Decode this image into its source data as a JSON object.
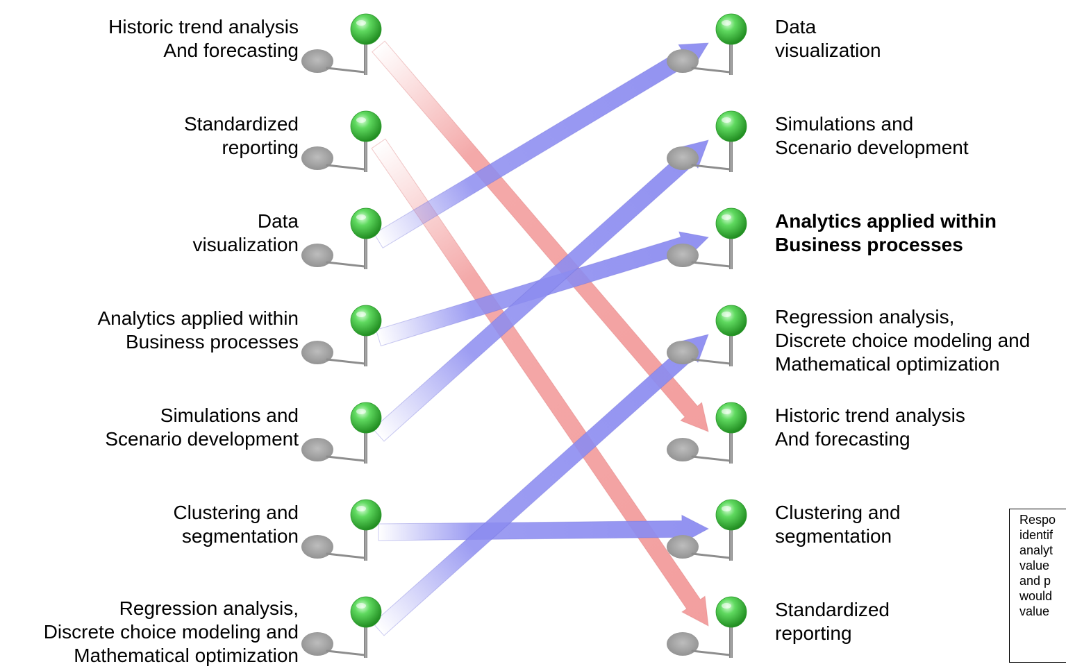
{
  "left_items": [
    {
      "label": "Historic trend analysis\nAnd forecasting",
      "bold": false
    },
    {
      "label": "Standardized\nreporting",
      "bold": false
    },
    {
      "label": "Data\nvisualization",
      "bold": false
    },
    {
      "label": "Analytics applied within\nBusiness processes",
      "bold": false
    },
    {
      "label": "Simulations and\nScenario development",
      "bold": false
    },
    {
      "label": "Clustering and\nsegmentation",
      "bold": false
    },
    {
      "label": "Regression analysis,\nDiscrete choice modeling and\nMathematical optimization",
      "bold": false
    }
  ],
  "right_items": [
    {
      "label": "Data\nvisualization",
      "bold": false
    },
    {
      "label": "Simulations and\nScenario development",
      "bold": false
    },
    {
      "label": "Analytics applied within\nBusiness processes",
      "bold": true
    },
    {
      "label": "Regression analysis,\nDiscrete choice modeling and\nMathematical optimization",
      "bold": false
    },
    {
      "label": "Historic trend analysis\nAnd forecasting",
      "bold": false
    },
    {
      "label": "Clustering and\nsegmentation",
      "bold": false
    },
    {
      "label": "Standardized\nreporting",
      "bold": false
    }
  ],
  "arrows": [
    {
      "from": 0,
      "to": 4,
      "color": "red"
    },
    {
      "from": 1,
      "to": 6,
      "color": "red"
    },
    {
      "from": 2,
      "to": 0,
      "color": "blue"
    },
    {
      "from": 3,
      "to": 2,
      "color": "blue"
    },
    {
      "from": 4,
      "to": 1,
      "color": "blue"
    },
    {
      "from": 5,
      "to": 5,
      "color": "blue"
    },
    {
      "from": 6,
      "to": 3,
      "color": "blue"
    }
  ],
  "note": "Respo\nidentif\nanalyt\nvalue\nand p\nwould\nvalue",
  "colors": {
    "pin_head": "#4cc94c",
    "pin_shadow": "#a9a9a9",
    "arrow_blue": "#8c8cf0",
    "arrow_red": "#f29a9a"
  }
}
